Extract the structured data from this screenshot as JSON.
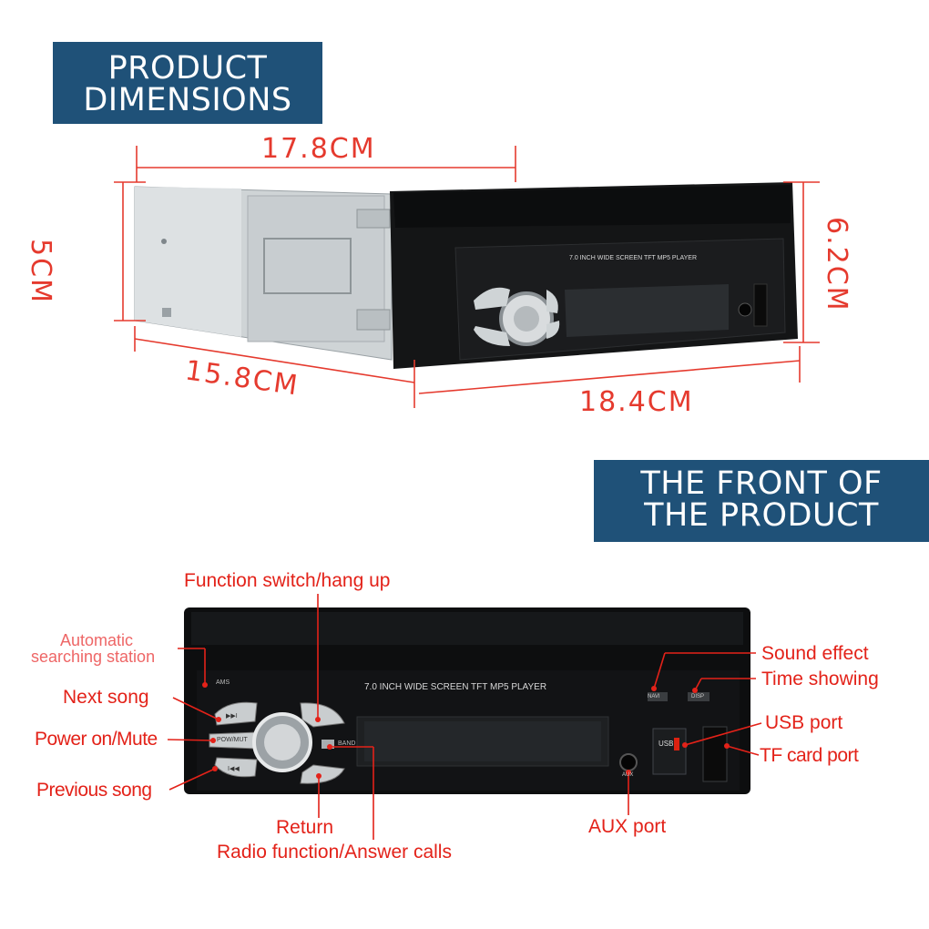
{
  "banners": {
    "dimensions": [
      "PRODUCT",
      "DIMENSIONS"
    ],
    "front": [
      "THE FRONT OF",
      "THE PRODUCT"
    ]
  },
  "dimensions": {
    "width_top": "17.8CM",
    "height_left": "5CM",
    "height_right": "6.2CM",
    "depth": "15.8CM",
    "front_width": "18.4CM"
  },
  "device": {
    "screen_text": "7.0 INCH WIDE SCREEN TFT  MP5  PLAYER",
    "buttons": {
      "ams": "AMS",
      "next": "▶▶I",
      "power": "POW/MUT",
      "prev": "I◀◀",
      "band": "BAND",
      "navi": "NAVI",
      "disp": "DISP",
      "usb": "USB",
      "aux": "AUX"
    }
  },
  "callouts": {
    "function_switch": "Function switch/hang up",
    "auto_search": [
      "Automatic",
      "searching station"
    ],
    "next_song": "Next song",
    "power_mute": "Power on/Mute",
    "previous_song": "Previous song",
    "return": "Return",
    "radio_function": "Radio function/Answer calls",
    "sound_effect": "Sound effect",
    "time_showing": "Time showing",
    "usb_port": "USB port",
    "tf_card_port": "TF card port",
    "aux_port": "AUX port"
  },
  "colors": {
    "banner": "#1f5178",
    "callout": "#e32219",
    "dimension_line": "#e53a2e"
  }
}
